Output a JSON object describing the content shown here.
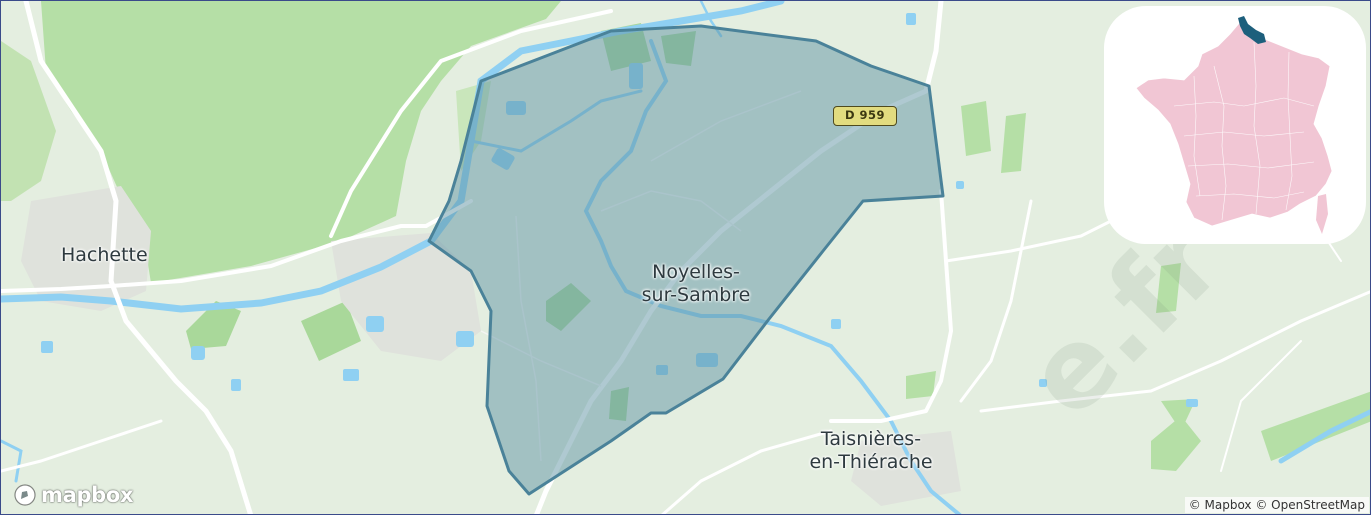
{
  "map": {
    "places": {
      "hachette": "Hachette",
      "noyelles": [
        "Noyelles-",
        "sur-Sambre"
      ],
      "taisnieres": [
        "Taisnières-",
        "en-Thiérache"
      ]
    },
    "road_shield": "D 959",
    "logo_text": "mapbox",
    "attribution": "© Mapbox © OpenStreetMap",
    "watermark": "e.fr",
    "colors": {
      "land": "#e4eee0",
      "forest": "#b5dfa6",
      "water": "#8fd0f2",
      "road": "#ffffff",
      "highlight_fill": "#5f93a3",
      "highlight_stroke": "#4a8299",
      "inset_france": "#f1c6d4",
      "inset_highlight": "#1d5f7c"
    },
    "inset": {
      "label": "France overview"
    }
  }
}
